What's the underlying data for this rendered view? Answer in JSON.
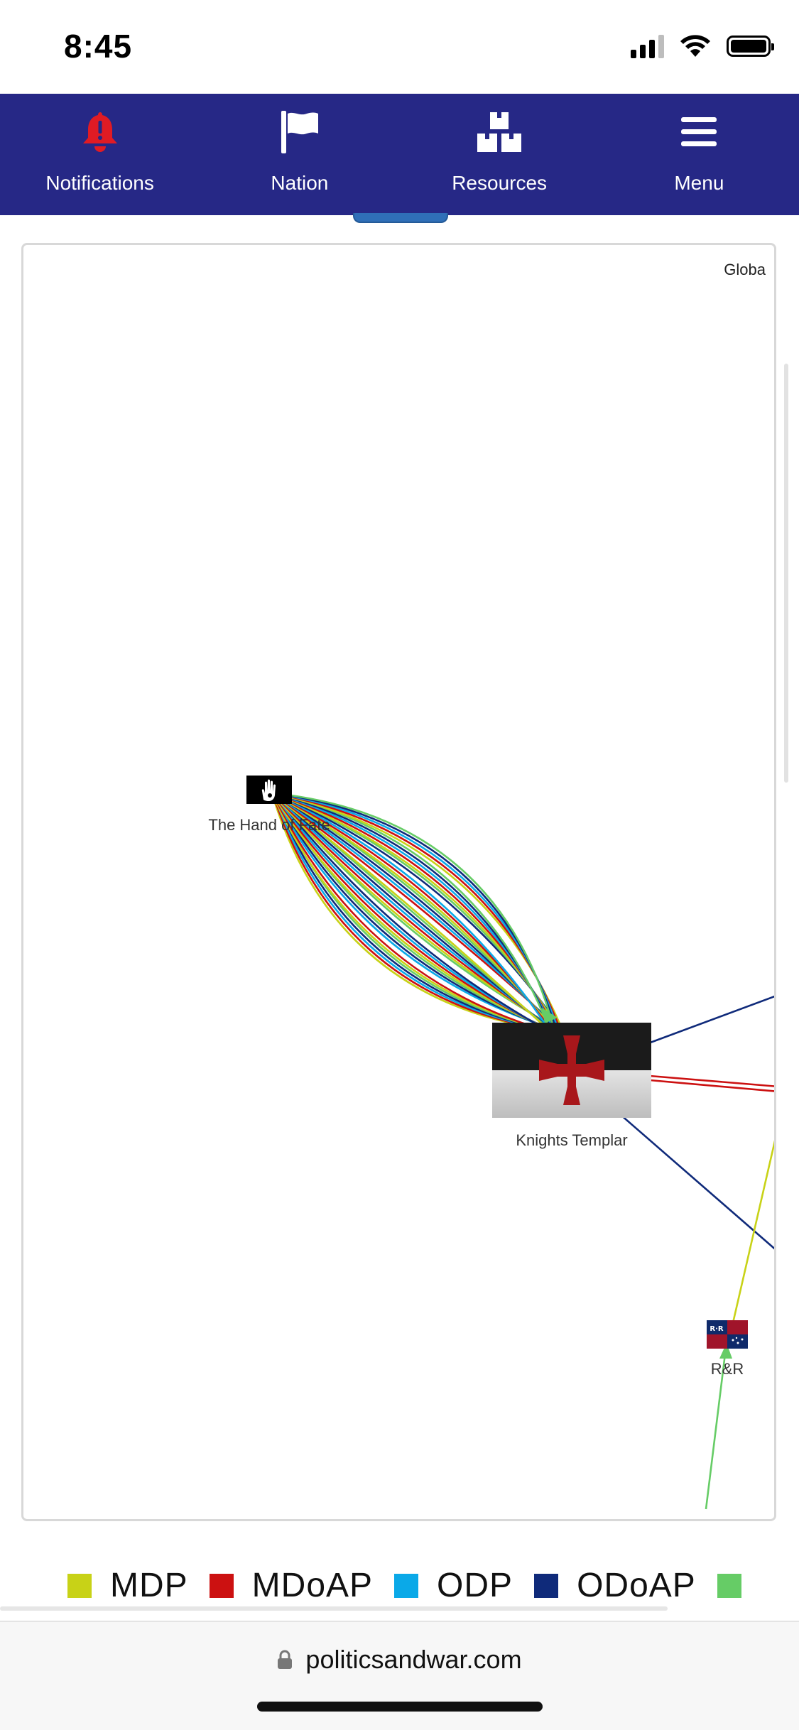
{
  "status_bar": {
    "time": "8:45",
    "icons": [
      "signal-icon",
      "wifi-icon",
      "battery-icon"
    ]
  },
  "nav": {
    "items": [
      {
        "label": "Notifications",
        "icon": "bell-alert-icon",
        "color": "#e01b24"
      },
      {
        "label": "Nation",
        "icon": "flag-icon",
        "color": "#ffffff"
      },
      {
        "label": "Resources",
        "icon": "boxes-icon",
        "color": "#ffffff"
      },
      {
        "label": "Menu",
        "icon": "hamburger-menu-icon",
        "color": "#ffffff"
      }
    ],
    "background": "#262886"
  },
  "graph": {
    "corner_label": "Globa",
    "nodes": [
      {
        "label": "The Hand of Fate",
        "flag": "hand-flag"
      },
      {
        "label": "Knights Templar",
        "flag": "templar-cross-flag"
      },
      {
        "label": "R&R",
        "flag": "rr-flag"
      }
    ]
  },
  "legend": {
    "items": [
      {
        "label": "MDP",
        "color": "#c8d217"
      },
      {
        "label": "MDoAP",
        "color": "#cc1111"
      },
      {
        "label": "ODP",
        "color": "#0aa9e8"
      },
      {
        "label": "ODoAP",
        "color": "#0f2a7a"
      },
      {
        "label": "",
        "color": "#66cc66"
      }
    ]
  },
  "browser": {
    "url": "politicsandwar.com"
  }
}
